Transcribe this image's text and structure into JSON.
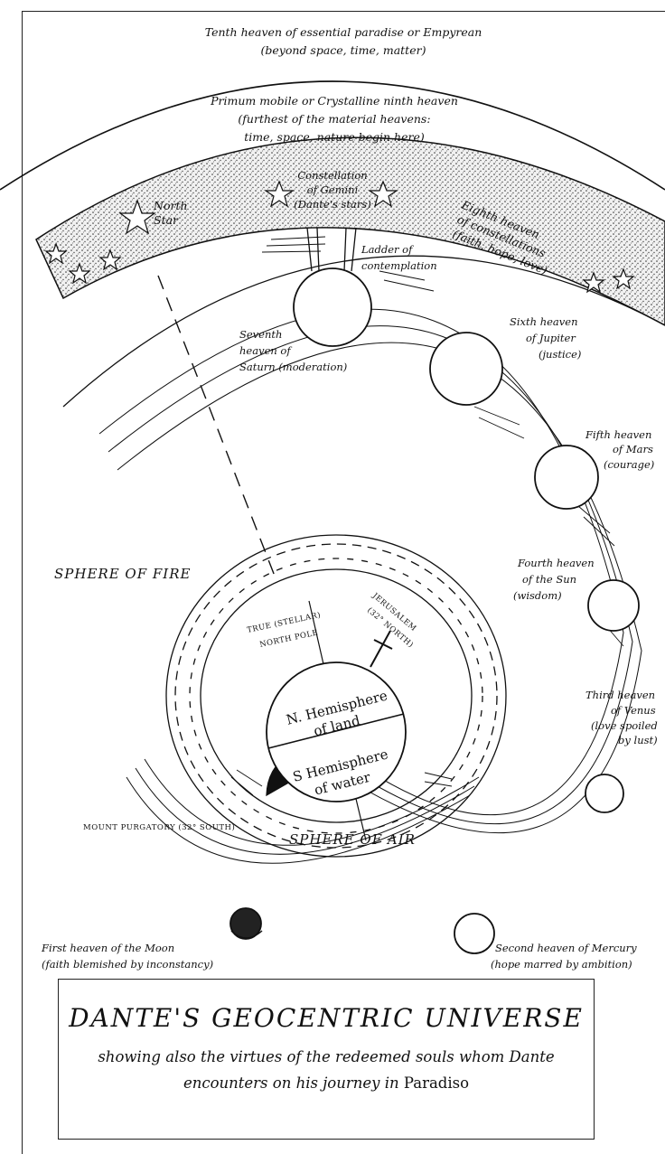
{
  "labels": {
    "empyrean_1": "Tenth heaven of essential paradise or Empyrean",
    "empyrean_2": "(beyond space, time, matter)",
    "primum_1": "Primum mobile or Crystalline ninth heaven",
    "primum_2": "(furthest of the material heavens:",
    "primum_3": "time, space, nature begin here)",
    "gemini_1": "Constellation",
    "gemini_2": "of Gemini",
    "gemini_3": "(Dante's stars)",
    "north_star_1": "North",
    "north_star_2": "Star",
    "eighth_1": "Eighth heaven",
    "eighth_2": "of constellations",
    "eighth_3": "(faith, hope, love)",
    "ladder_1": "Ladder of",
    "ladder_2": "contemplation",
    "saturn_1": "Seventh",
    "saturn_2": "heaven of",
    "saturn_3": "Saturn (moderation)",
    "jupiter_1": "Sixth heaven",
    "jupiter_2": "of Jupiter",
    "jupiter_3": "(justice)",
    "mars_1": "Fifth heaven",
    "mars_2": "of Mars",
    "mars_3": "(courage)",
    "sun_1": "Fourth heaven",
    "sun_2": "of the Sun",
    "sun_3": "(wisdom)",
    "venus_1": "Third heaven",
    "venus_2": "of Venus",
    "venus_3": "(love spoiled",
    "venus_4": "by lust)",
    "sphere_fire": "SPHERE OF FIRE",
    "sphere_air": "SPHERE OF AIR",
    "true_north_1": "TRUE (STELLAR)",
    "true_north_2": "NORTH POLE",
    "jerusalem_1": "JERUSALEM",
    "jerusalem_2": "(32° NORTH)",
    "n_hemi_1": "N. Hemisphere",
    "n_hemi_2": "of land",
    "s_hemi_1": "S Hemisphere",
    "s_hemi_2": "of water",
    "purgatory": "MOUNT PURGATORY (32° SOUTH)",
    "moon_1": "First heaven of the Moon",
    "moon_2": "(faith blemished by inconstancy)",
    "mercury_1": "Second heaven of Mercury",
    "mercury_2": "(hope marred by ambition)"
  },
  "title": {
    "main": "DANTE'S GEOCENTRIC UNIVERSE",
    "sub_1": "showing also the virtues of the redeemed souls whom Dante",
    "sub_2": "encounters on his journey in",
    "sub_italic_off": "Paradiso"
  }
}
